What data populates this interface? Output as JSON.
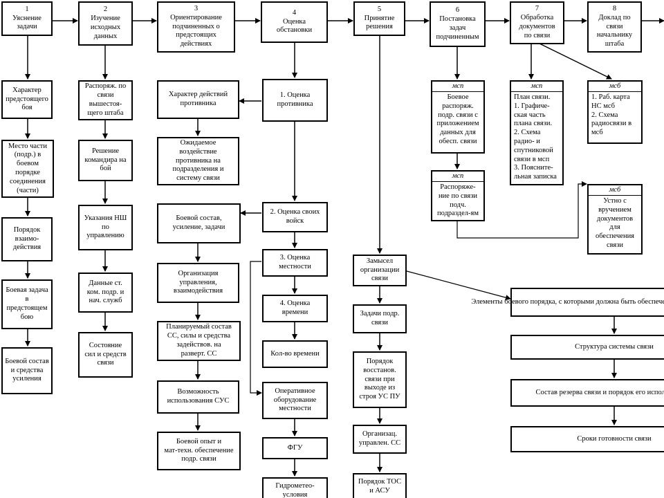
{
  "boxes": {
    "b1": "1\nУяснение\nзадачи",
    "b2": "2\nИзучение\nисходных\nданных",
    "b3": "3\nОриентирование\nподчиненных о\nпредстоящих\nдействиях",
    "b4": "4\nОценка\nобстановки",
    "b5": "5\nПринятие\nрешения",
    "b6": "6\nПостановка\nзадач\nподчиненным",
    "b7": "7\nОбработка\nдокументов\nпо связи",
    "b8": "8\nДоклад по\nсвязи\nначальнику\nштаба",
    "c1_1": "Характер\nпредстоящего\nбоя",
    "c1_2": "Место части\n(подр.) в\nбоевом\nпорядке\nсоединения\n(части)",
    "c1_3": "Порядок\nвзаимо-\nдействия",
    "c1_4": "Боевая задача\nв\nпредстоящем\nбою",
    "c1_5": "Боевой состав\nи средства\nусиления",
    "c2_1": "Распоряж. по\nсвязи\nвышестоя-\nщего штаба",
    "c2_2": "Решение\nкомандира на\nбой",
    "c2_3": "Указания НШ\nпо\nуправлению",
    "c2_4": "Данные ст.\nком. подр. и\nнач. служб",
    "c2_5": "Состояние\nсил и средств\nсвязи",
    "c3_1": "Характер действий\nпротивника",
    "c3_2": "Ожидаемое\nвоздействие\nпротивника на\nподразделения и\nсистему связи",
    "c3_3": "Боевой состав,\nусиление, задачи",
    "c3_4": "Организация\nуправления,\nвзаимодействия",
    "c3_5": "Планируемый состав\nСС, силы и средства\nзадействов. на\nразверт. СС",
    "c3_6": "Возможность\nиспользования СУС",
    "c3_7": "Боевой опыт и\nмат-техн. обеспечение\nподр. связи",
    "c4_1": "1. Оценка\nпротивника",
    "c4_2": "2. Оценка своих\nвойск",
    "c4_3": "3. Оценка\nместности",
    "c4_4": "4. Оценка\nвремени",
    "c4_5": "Кол-во времени",
    "c4_6": "Оперативное\nоборудование\nместности",
    "c4_7": "ФГУ",
    "c4_8": "Гидрометео-\nусловия",
    "c5_1": "Замысел\nорганизации\nсвязи",
    "c5_2": "Задачи подр.\nсвязи",
    "c5_3": "Порядок\nвосстанов.\nсвязи при\nвыходе из\nстроя УС ПУ",
    "c5_4": "Организац.\nуправлен. СС",
    "c5_5": "Порядок ТОС\nи АСУ",
    "r1": "Элементы боевого порядка, с которыми должна быть\nобеспечена наиболее устойчивая связь",
    "r2": "Структура системы связи",
    "r3": "Состав резерва связи и порядок его использования",
    "r4": "Сроки готовности связи"
  },
  "docs": {
    "d6a": {
      "hdr": "мсп",
      "body": "Боевое\nраспоряж.\nподр. связи с\nприложением\nданных для\nобесп. связи"
    },
    "d6b": {
      "hdr": "мсп",
      "body": "Распоряже-\nние по связи\nподч.\nподраздел-ям"
    },
    "d7": {
      "hdr": "мсп",
      "body": "План связи.\n1. Графиче-\nская часть\nплана связи.\n2. Схема\nрадио- и\nспутниковой\nсвязи в мсп\n3. Пояснитe-\nльная записка"
    },
    "d8a": {
      "hdr": "мсб",
      "body": "1. Раб. карта\nНС мсб\n2. Схема\nрадиосвязи в\nмсб"
    },
    "d8b": {
      "hdr": "мсб",
      "body": "Устно с\nвручением\nдокументов\nдля\nобеспечения\nсвязи"
    }
  }
}
